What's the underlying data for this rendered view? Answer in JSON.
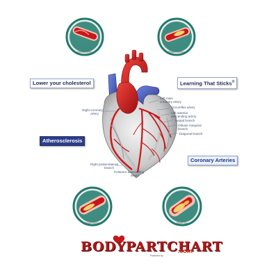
{
  "labels": {
    "cholesterol": "Lower your cholesterol",
    "learning": "Learning That Sticks",
    "atherosclerosis": "Atherosclerosis",
    "coronary": "Coronary Arteries"
  },
  "trademark": "®",
  "anatomy": {
    "left_main": "Left main",
    "left_main_2": "coronary artery",
    "circumflex": "Circumflex artery",
    "lad": "Left anterior",
    "lad_2": "descending artery",
    "septal": "Septal branch",
    "obtuse": "Obtuse marginal",
    "obtuse_2": "branch",
    "diagonal": "Diagonal branch",
    "right_coronary": "Right coronary",
    "right_coronary_2": "artery",
    "right_posterolateral": "Right posterolateral",
    "right_posterolateral_2": "branch",
    "posterior_descending": "Posterior descending",
    "posterior_descending_2": "artery"
  },
  "circle_captions": [
    "Normal artery",
    "Plaque buildup",
    "Plaque buildup",
    "Blood clot"
  ],
  "logo": {
    "name": "BODYPARTCHART",
    "domain": ".com",
    "powered_by": "Powered by"
  },
  "colors": {
    "circle_ring": "#1f7a6c",
    "artery": "#c8171b",
    "vein": "#3f56b4",
    "heart_gray": "#d8d8d8",
    "label_blue": "#2c3e8a"
  }
}
